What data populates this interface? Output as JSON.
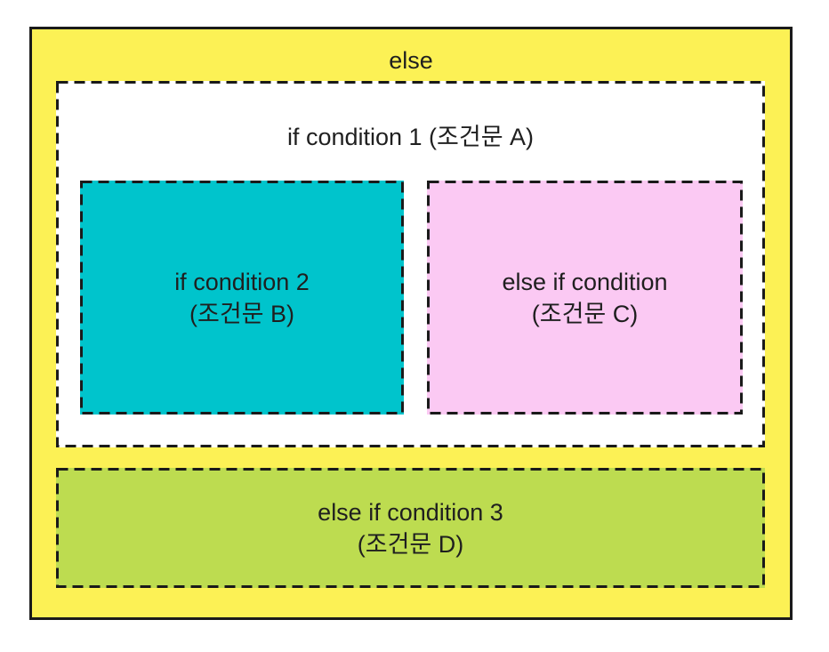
{
  "diagram": {
    "title_semantics": "nested if-else condition blocks",
    "text_color": "#1F1F1F",
    "border_solid_color": "#1A1A1A",
    "border_dashed_color": "#1A1A1A",
    "outer_else": {
      "label": "else",
      "fill": "#FCF155"
    },
    "if_condition_1": {
      "label": "if condition 1 (조건문 A)",
      "fill": "#FFFFFF"
    },
    "if_condition_2": {
      "label_line1": "if condition 2",
      "label_line2": "(조건문 B)",
      "fill": "#00C4CC"
    },
    "else_if_condition_c": {
      "label_line1": "else if condition",
      "label_line2": "(조건문 C)",
      "fill": "#FBC9F3"
    },
    "else_if_condition_3": {
      "label_line1": "else if condition 3",
      "label_line2": "(조건문 D)",
      "fill": "#BDDC50"
    }
  }
}
